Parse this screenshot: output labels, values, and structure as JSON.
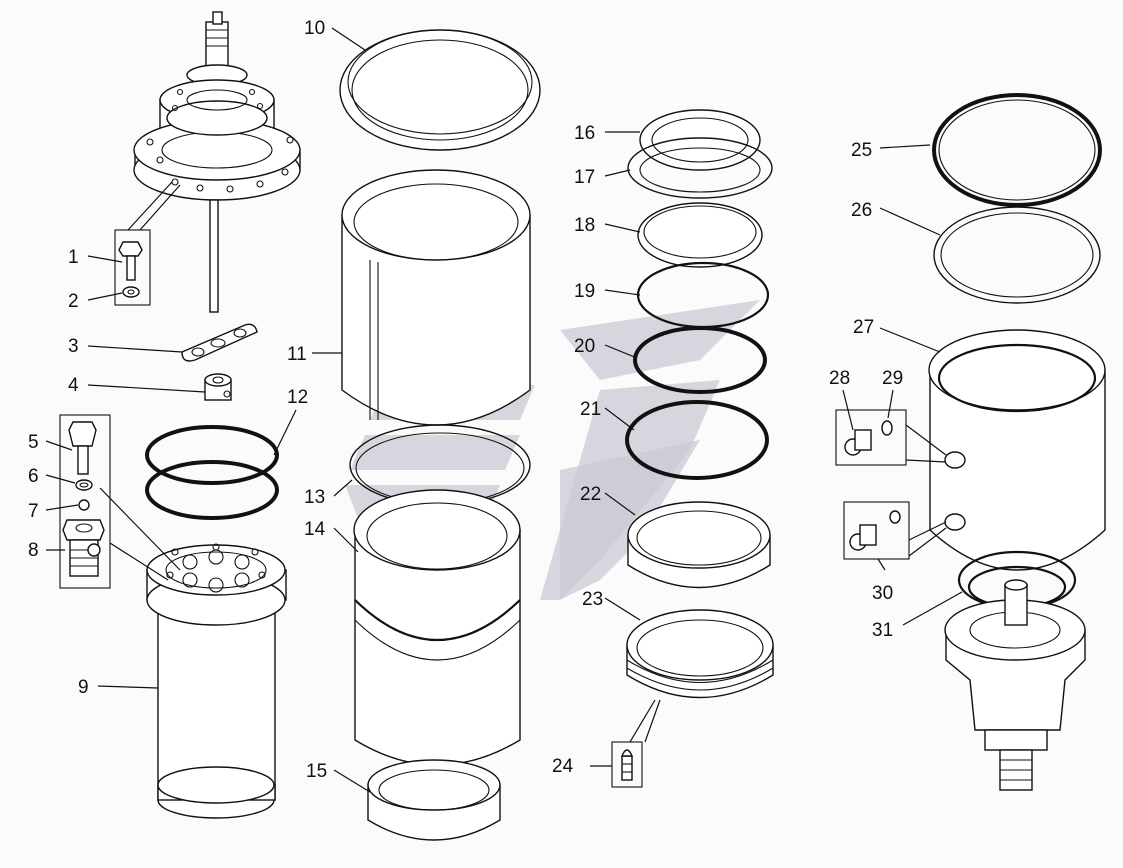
{
  "diagram": {
    "labels": [
      "1",
      "2",
      "3",
      "4",
      "5",
      "6",
      "7",
      "8",
      "9",
      "10",
      "11",
      "12",
      "13",
      "14",
      "15",
      "16",
      "17",
      "18",
      "19",
      "20",
      "21",
      "22",
      "23",
      "24",
      "25",
      "26",
      "27",
      "28",
      "29",
      "30",
      "31"
    ]
  },
  "colors": {
    "line": "#111111",
    "watermark": "#c9c9d6",
    "background": "#fbfbfb"
  }
}
